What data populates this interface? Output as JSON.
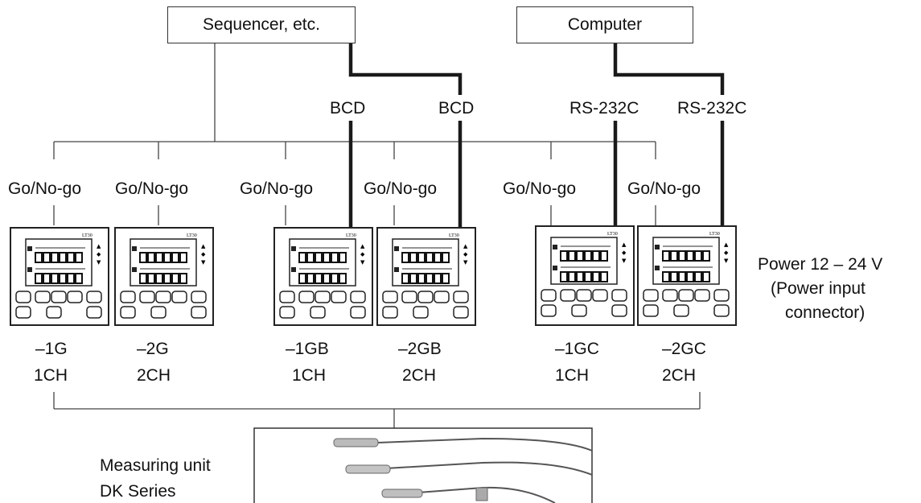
{
  "sources": {
    "sequencer": "Sequencer, etc.",
    "computer": "Computer"
  },
  "interfaces": {
    "bcd": "BCD",
    "rs232c": "RS-232C",
    "go_nogo": "Go/No-go"
  },
  "units": [
    {
      "model": "–1G",
      "channels": "1CH"
    },
    {
      "model": "–2G",
      "channels": "2CH"
    },
    {
      "model": "–1GB",
      "channels": "1CH"
    },
    {
      "model": "–2GB",
      "channels": "2CH"
    },
    {
      "model": "–1GC",
      "channels": "1CH"
    },
    {
      "model": "–2GC",
      "channels": "2CH"
    }
  ],
  "power": {
    "line1": "Power 12 – 24 V",
    "line2": "(Power input",
    "line3": "connector)"
  },
  "measuring": {
    "line1": "Measuring unit",
    "line2": "DK Series"
  },
  "panel_brand": "LT30"
}
